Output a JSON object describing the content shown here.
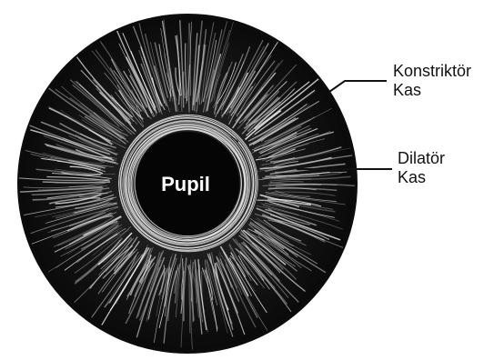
{
  "diagram": {
    "center_label": "Pupil",
    "labels": [
      {
        "id": "constrictor",
        "lines": [
          "Konstriktör",
          "Kas"
        ]
      },
      {
        "id": "dilator",
        "lines": [
          "Dilatör",
          "Kas"
        ]
      }
    ]
  },
  "colors": {
    "background": "#ffffff",
    "iris_dark": "#141414",
    "fiber_light": "#d9d9d9",
    "pupil": "#050505",
    "label_text": "#111111",
    "pupil_text": "#ffffff"
  }
}
